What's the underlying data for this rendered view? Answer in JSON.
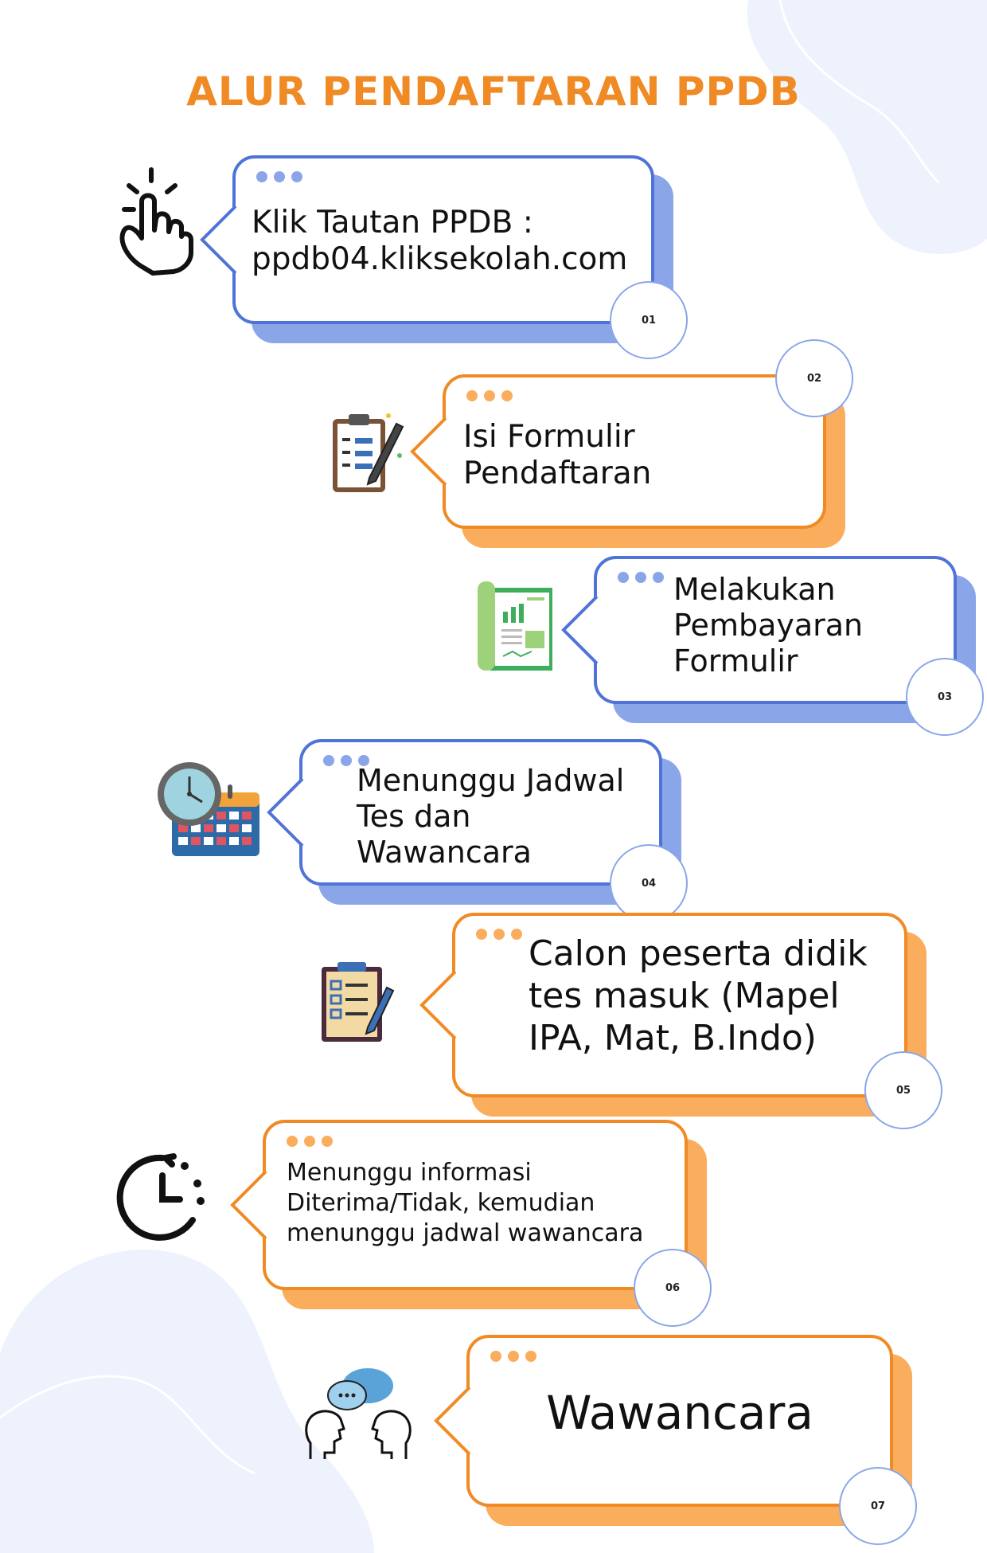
{
  "title": "ALUR PENDAFTARAN PPDB",
  "colors": {
    "title": "#f08a24",
    "blue_border": "#4f73d8",
    "blue_shadow": "#8aa6e8",
    "orange_border": "#f08a24",
    "orange_shadow": "#fbad5e",
    "blob": "#eef2fd"
  },
  "steps": [
    {
      "number": "01",
      "lines": [
        "Klik Tautan PPDB :",
        "ppdb04.kliksekolah.com"
      ],
      "theme": "blue",
      "icon": "tap-hand-icon"
    },
    {
      "number": "02",
      "lines": [
        "Isi Formulir",
        "Pendaftaran"
      ],
      "theme": "orange",
      "icon": "clipboard-pen-icon"
    },
    {
      "number": "03",
      "lines": [
        "Melakukan",
        "Pembayaran",
        "Formulir"
      ],
      "theme": "blue",
      "icon": "report-document-icon"
    },
    {
      "number": "04",
      "lines": [
        "Menunggu Jadwal",
        "Tes dan",
        "Wawancara"
      ],
      "theme": "blue",
      "icon": "clock-calendar-icon"
    },
    {
      "number": "05",
      "lines": [
        "Calon peserta didik",
        "tes masuk (Mapel",
        "IPA, Mat, B.Indo)"
      ],
      "theme": "orange",
      "icon": "checklist-icon"
    },
    {
      "number": "06",
      "lines": [
        "Menunggu informasi",
        "Diterima/Tidak, kemudian",
        "menunggu jadwal wawancara"
      ],
      "theme": "orange",
      "icon": "clock-refresh-icon"
    },
    {
      "number": "07",
      "lines": [
        "Wawancara"
      ],
      "theme": "orange",
      "icon": "interview-icon"
    }
  ]
}
